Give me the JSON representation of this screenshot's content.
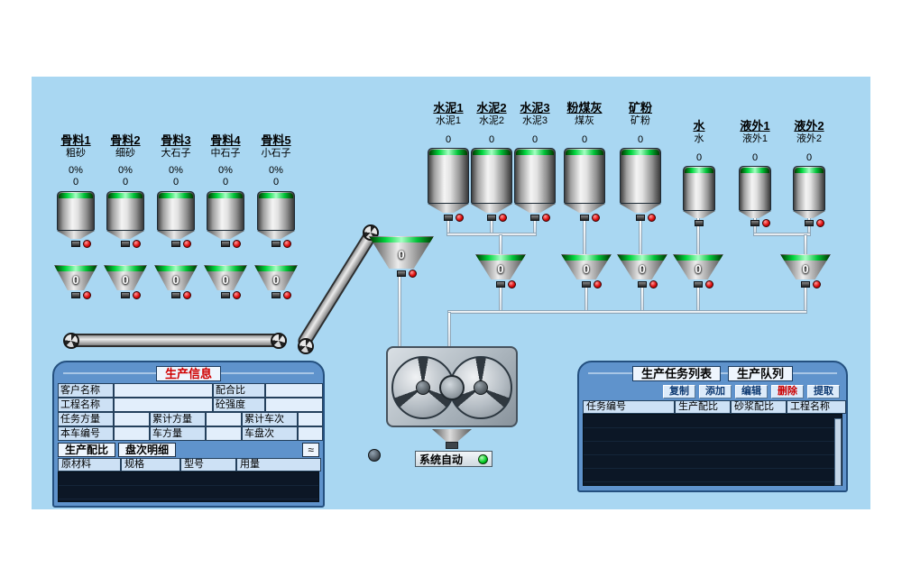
{
  "plant": {
    "aggregate_units": [
      {
        "name": "骨料1",
        "material": "粗砂",
        "moisture": "0%",
        "weight": "0",
        "hopper_weight": "0"
      },
      {
        "name": "骨料2",
        "material": "细砂",
        "moisture": "0%",
        "weight": "0",
        "hopper_weight": "0"
      },
      {
        "name": "骨料3",
        "material": "大石子",
        "moisture": "0%",
        "weight": "0",
        "hopper_weight": "0"
      },
      {
        "name": "骨料4",
        "material": "中石子",
        "moisture": "0%",
        "weight": "0",
        "hopper_weight": "0"
      },
      {
        "name": "骨料5",
        "material": "小石子",
        "moisture": "0%",
        "weight": "0",
        "hopper_weight": "0"
      }
    ],
    "powder_units": [
      {
        "name": "水泥1",
        "material": "水泥1",
        "weight": "0"
      },
      {
        "name": "水泥2",
        "material": "水泥2",
        "weight": "0"
      },
      {
        "name": "水泥3",
        "material": "水泥3",
        "weight": "0"
      },
      {
        "name": "粉煤灰",
        "material": "煤灰",
        "weight": "0"
      },
      {
        "name": "矿粉",
        "material": "矿粉",
        "weight": "0"
      }
    ],
    "liquid_units": [
      {
        "name": "水",
        "material": "水",
        "weight": "0"
      },
      {
        "name": "液外1",
        "material": "液外1",
        "weight": "0"
      },
      {
        "name": "液外2",
        "material": "液外2",
        "weight": "0"
      }
    ],
    "weigh_hoppers": {
      "aggregate": "0",
      "cement": "0",
      "flyash": "0",
      "mineral_powder": "0",
      "water": "0",
      "admixture": "0"
    },
    "status": {
      "mode_label": "系统自动"
    }
  },
  "info_panel": {
    "title": "生产信息",
    "rows": [
      [
        {
          "label": "客户名称",
          "value": ""
        },
        {
          "label": "配合比",
          "value": ""
        }
      ],
      [
        {
          "label": "工程名称",
          "value": ""
        },
        {
          "label": "砼强度",
          "value": ""
        }
      ],
      [
        {
          "label": "任务方量",
          "value": ""
        },
        {
          "label": "累计方量",
          "value": ""
        },
        {
          "label": "累计车次",
          "value": ""
        }
      ],
      [
        {
          "label": "本车编号",
          "value": ""
        },
        {
          "label": "车方量",
          "value": ""
        },
        {
          "label": "车盘次",
          "value": ""
        }
      ]
    ],
    "tabs": [
      {
        "label": "生产配比"
      },
      {
        "label": "盘次明细"
      }
    ],
    "collapse_icon": "≈",
    "columns": [
      "原材料",
      "规格",
      "型号",
      "用量"
    ]
  },
  "task_panel": {
    "tabs": [
      {
        "label": "生产任务列表"
      },
      {
        "label": "生产队列"
      }
    ],
    "buttons": [
      {
        "label": "复制"
      },
      {
        "label": "添加"
      },
      {
        "label": "编辑"
      },
      {
        "label": "删除"
      },
      {
        "label": "提取"
      }
    ],
    "columns": [
      "任务编号",
      "生产配比",
      "砂浆配比",
      "工程名称"
    ]
  },
  "colors": {
    "background": "#a9d7f2",
    "panel_blue": "#5f93cc",
    "green_band": "#00d53e",
    "alarm_red": "#e01010",
    "led_green": "#00cc22"
  }
}
